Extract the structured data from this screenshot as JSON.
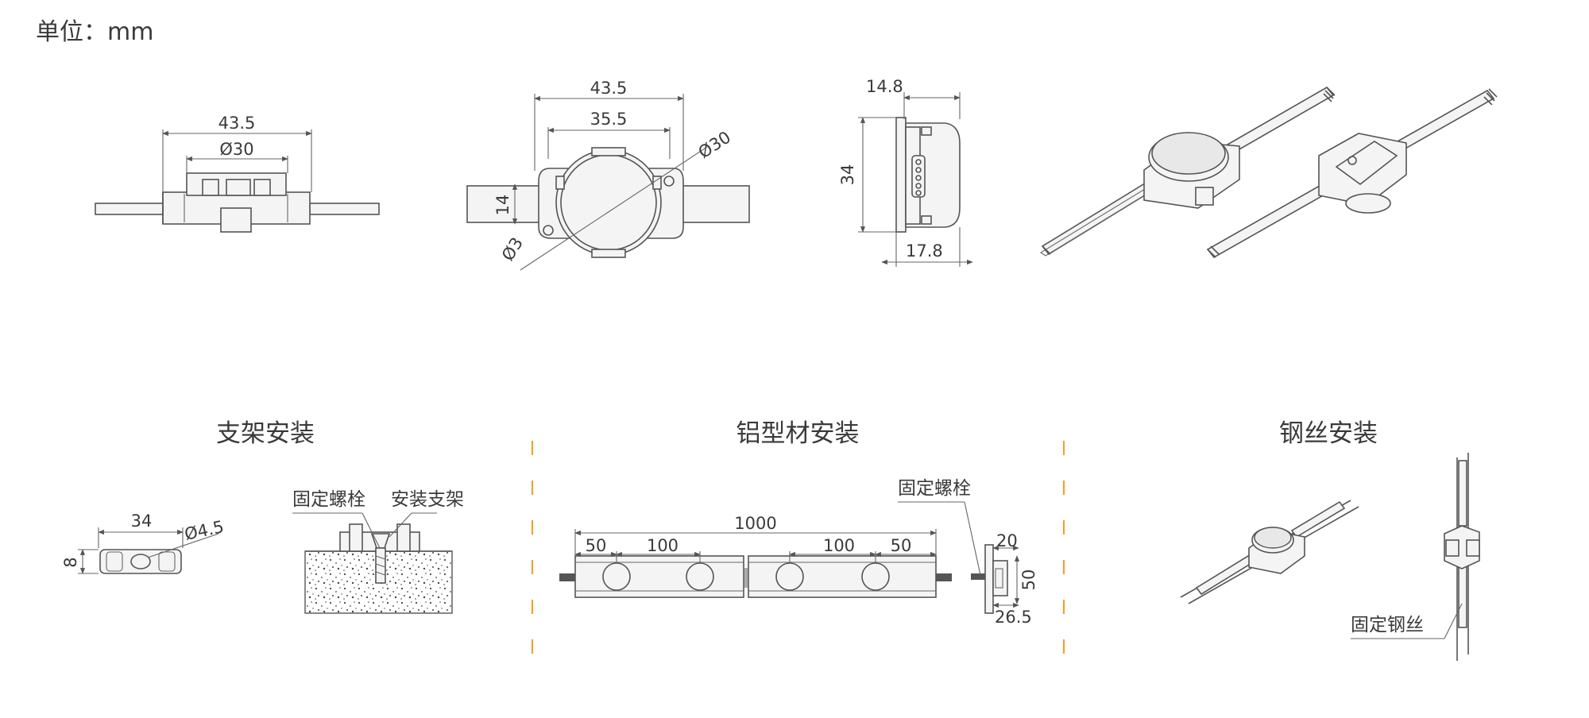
{
  "unit_label": "单位：mm",
  "views": {
    "side": {
      "width": "43.5",
      "diameter": "Ø30"
    },
    "front": {
      "width": "43.5",
      "inner": "35.5",
      "diameter": "Ø30",
      "height": "14",
      "hole": "Ø3"
    },
    "profile": {
      "top": "14.8",
      "height": "34",
      "bottom": "17.8"
    }
  },
  "sections": {
    "bracket": {
      "title": "支架安装",
      "width": "34",
      "hole": "Ø4.5",
      "height": "8",
      "callout_bolt": "固定螺栓",
      "callout_bracket": "安装支架"
    },
    "aluminum": {
      "title": "铝型材安装",
      "length": "1000",
      "seg_50_left": "50",
      "seg_100_left": "100",
      "seg_100_right": "100",
      "seg_50_right": "50",
      "callout_bolt": "固定螺栓",
      "side_20": "20",
      "side_50": "50",
      "side_265": "26.5"
    },
    "wire": {
      "title": "钢丝安装",
      "callout_wire": "固定钢丝"
    }
  },
  "colors": {
    "separator": "#f0a030",
    "line": "#555555"
  }
}
